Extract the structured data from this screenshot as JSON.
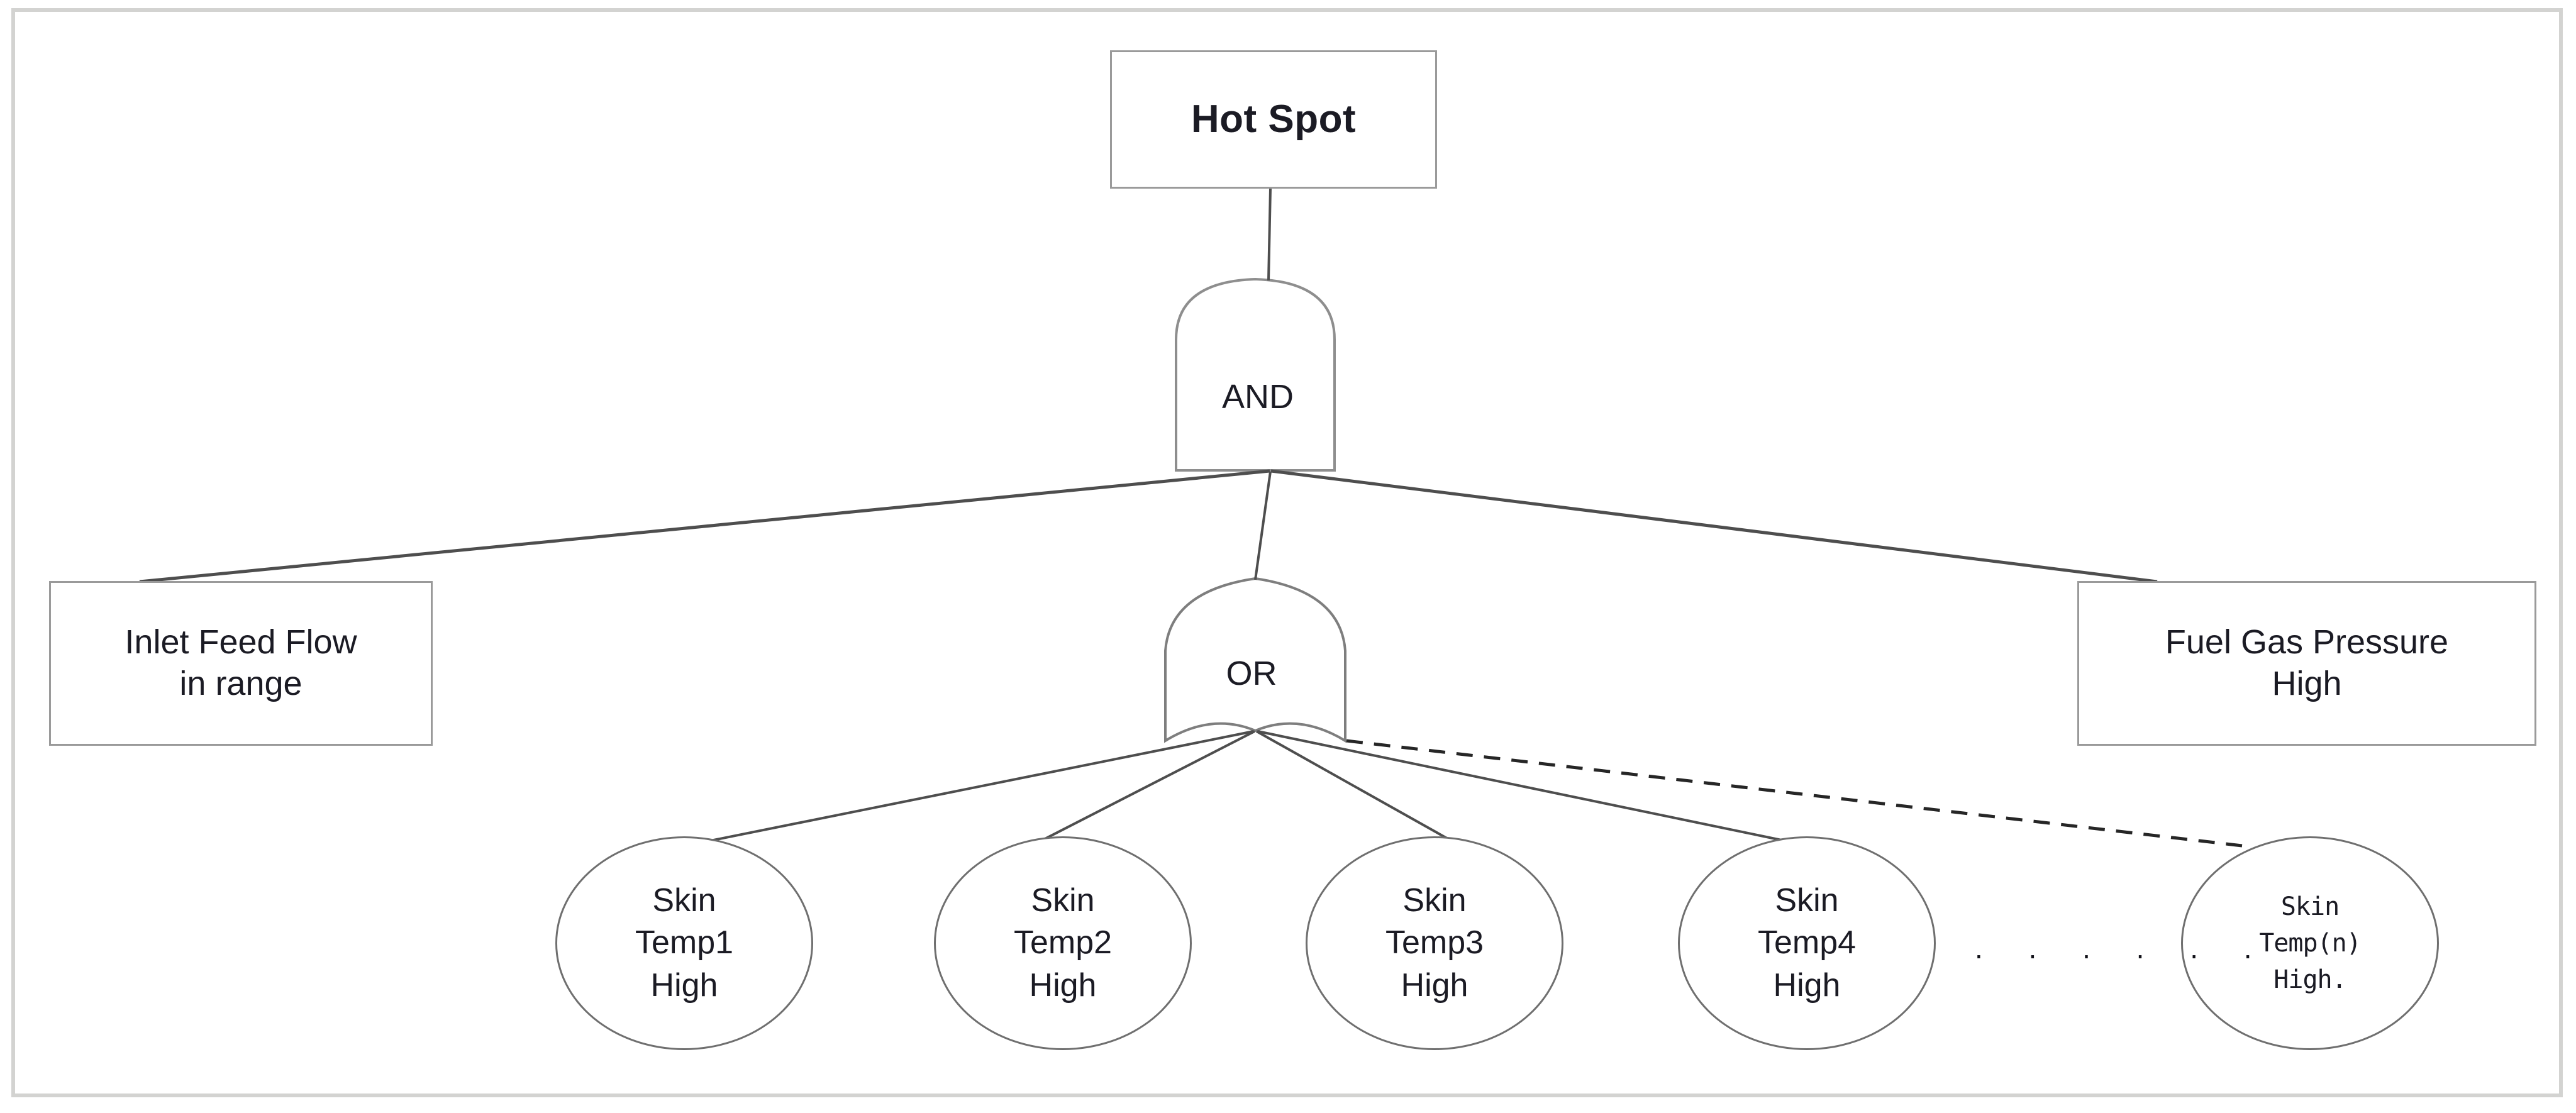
{
  "diagram": {
    "type": "fault-tree",
    "top_event": {
      "label": "Hot Spot"
    },
    "gates": [
      {
        "id": "and-gate",
        "type": "AND",
        "label": "AND"
      },
      {
        "id": "or-gate",
        "type": "OR",
        "label": "OR"
      }
    ],
    "intermediate_events": [
      {
        "id": "left-event",
        "label": "Inlet Feed Flow\nin range"
      },
      {
        "id": "right-event",
        "label": "Fuel Gas Pressure\nHigh"
      }
    ],
    "basic_events": [
      {
        "id": "leaf-1",
        "label": "Skin\nTemp1\nHigh"
      },
      {
        "id": "leaf-2",
        "label": "Skin\nTemp2\nHigh"
      },
      {
        "id": "leaf-3",
        "label": "Skin\nTemp3\nHigh"
      },
      {
        "id": "leaf-4",
        "label": "Skin\nTemp4\nHigh"
      },
      {
        "id": "leaf-n",
        "label": "Skin\nTemp(n)\nHigh."
      }
    ],
    "continuation": {
      "label": ". . . . . ."
    },
    "colors": {
      "frame_border": "#d3d3d1",
      "box_border": "#9a9a9a",
      "circle_border": "#6f6f6f",
      "connector": "#4e4e4e",
      "text": "#1b1b24",
      "background": "#ffffff"
    }
  }
}
